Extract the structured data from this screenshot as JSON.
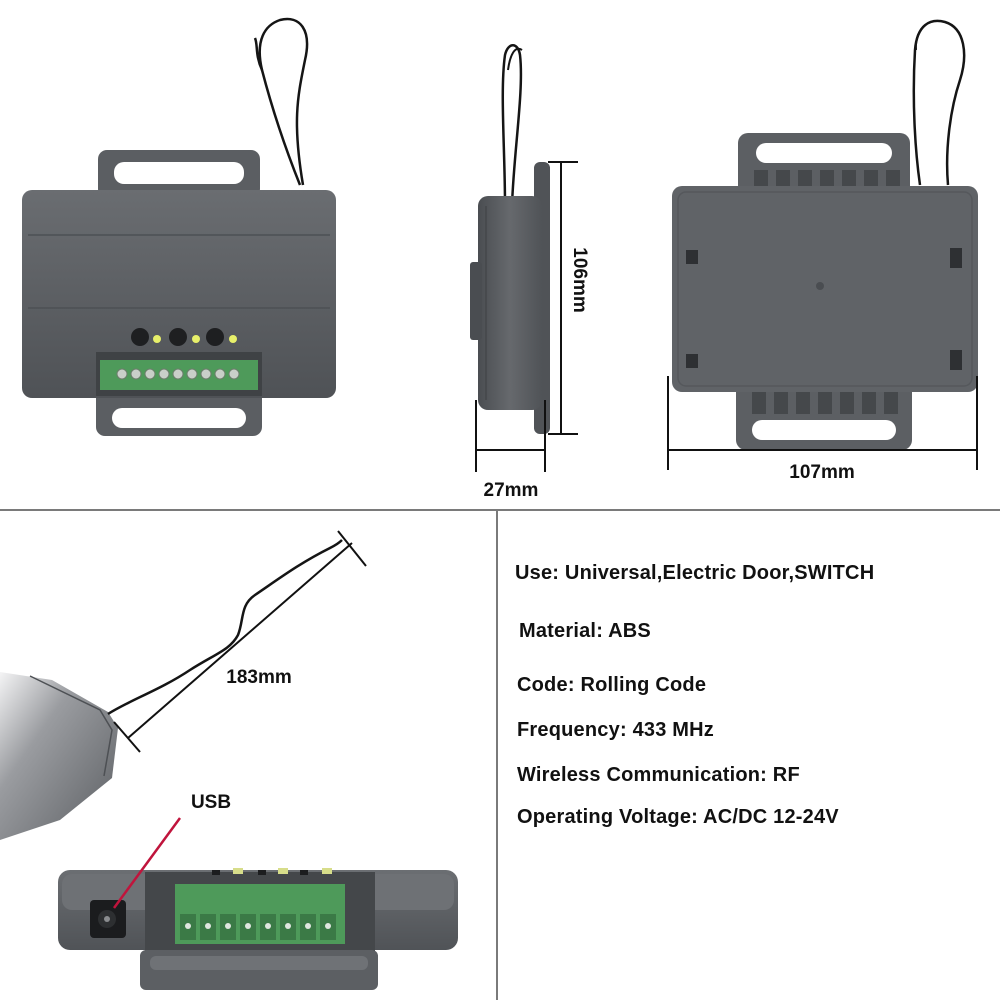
{
  "dimensions": {
    "height": "106mm",
    "depth": "27mm",
    "width": "107mm",
    "antenna_length": "183mm"
  },
  "callouts": {
    "usb": "USB"
  },
  "specs": [
    {
      "label": "Use",
      "value": "Universal,Electric Door,SWITCH"
    },
    {
      "label": "Material",
      "value": "ABS"
    },
    {
      "label": "Code",
      "value": "Rolling Code"
    },
    {
      "label": "Frequency",
      "value": "433 MHz"
    },
    {
      "label": "Wireless Communication",
      "value": "RF"
    },
    {
      "label": "Operating Voltage",
      "value": "AC/DC 12-24V"
    }
  ],
  "colors": {
    "housing": "#5c5f63",
    "housing_dark": "#45484b",
    "terminal_block": "#4e9a5a",
    "led": "#e8f06a",
    "usb_pointer": "#c0143c",
    "divider": "#777777"
  }
}
